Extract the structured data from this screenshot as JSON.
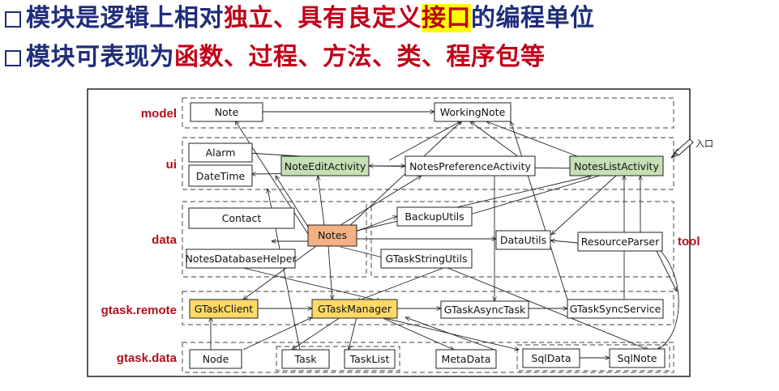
{
  "heading": {
    "line1": {
      "prefix": "模块是逻辑上相对",
      "red1": "独立、具有良定义",
      "highlight": "接口",
      "suffix": "的编程单位"
    },
    "line2": {
      "prefix": "模块可表现为",
      "red": "函数、过程、方法、类、程序包等"
    }
  },
  "diagram": {
    "layers": {
      "model": "model",
      "ui": "ui",
      "data": "data",
      "tool": "tool",
      "gtask_remote": "gtask.remote",
      "gtask_data": "gtask.data"
    },
    "entry_label": "入口",
    "nodes": {
      "note": "Note",
      "working_note": "WorkingNote",
      "alarm": "Alarm",
      "date_time": "DateTime",
      "note_edit_activity": "NoteEditActivity",
      "notes_preference_activity": "NotesPreferenceActivity",
      "notes_list_activity": "NotesListActivity",
      "contact": "Contact",
      "notes": "Notes",
      "notes_database_helper": "NotesDatabaseHelper",
      "backup_utils": "BackupUtils",
      "data_utils": "DataUtils",
      "resource_parser": "ResourceParser",
      "gtask_string_utils": "GTaskStringUtils",
      "gtask_client": "GTaskClient",
      "gtask_manager": "GTaskManager",
      "gtask_async_task": "GTaskAsyncTask",
      "gtask_sync_service": "GTaskSyncService",
      "node": "Node",
      "task": "Task",
      "task_list": "TaskList",
      "meta_data": "MetaData",
      "sql_data": "SqlData",
      "sql_note": "SqlNote"
    },
    "colors": {
      "green": "#c5e0b4",
      "orange": "#f4b183",
      "yellow": "#ffd966",
      "label_red": "#b0101c",
      "heading_blue": "#1f2d7a",
      "heading_red": "#c0001a"
    }
  }
}
